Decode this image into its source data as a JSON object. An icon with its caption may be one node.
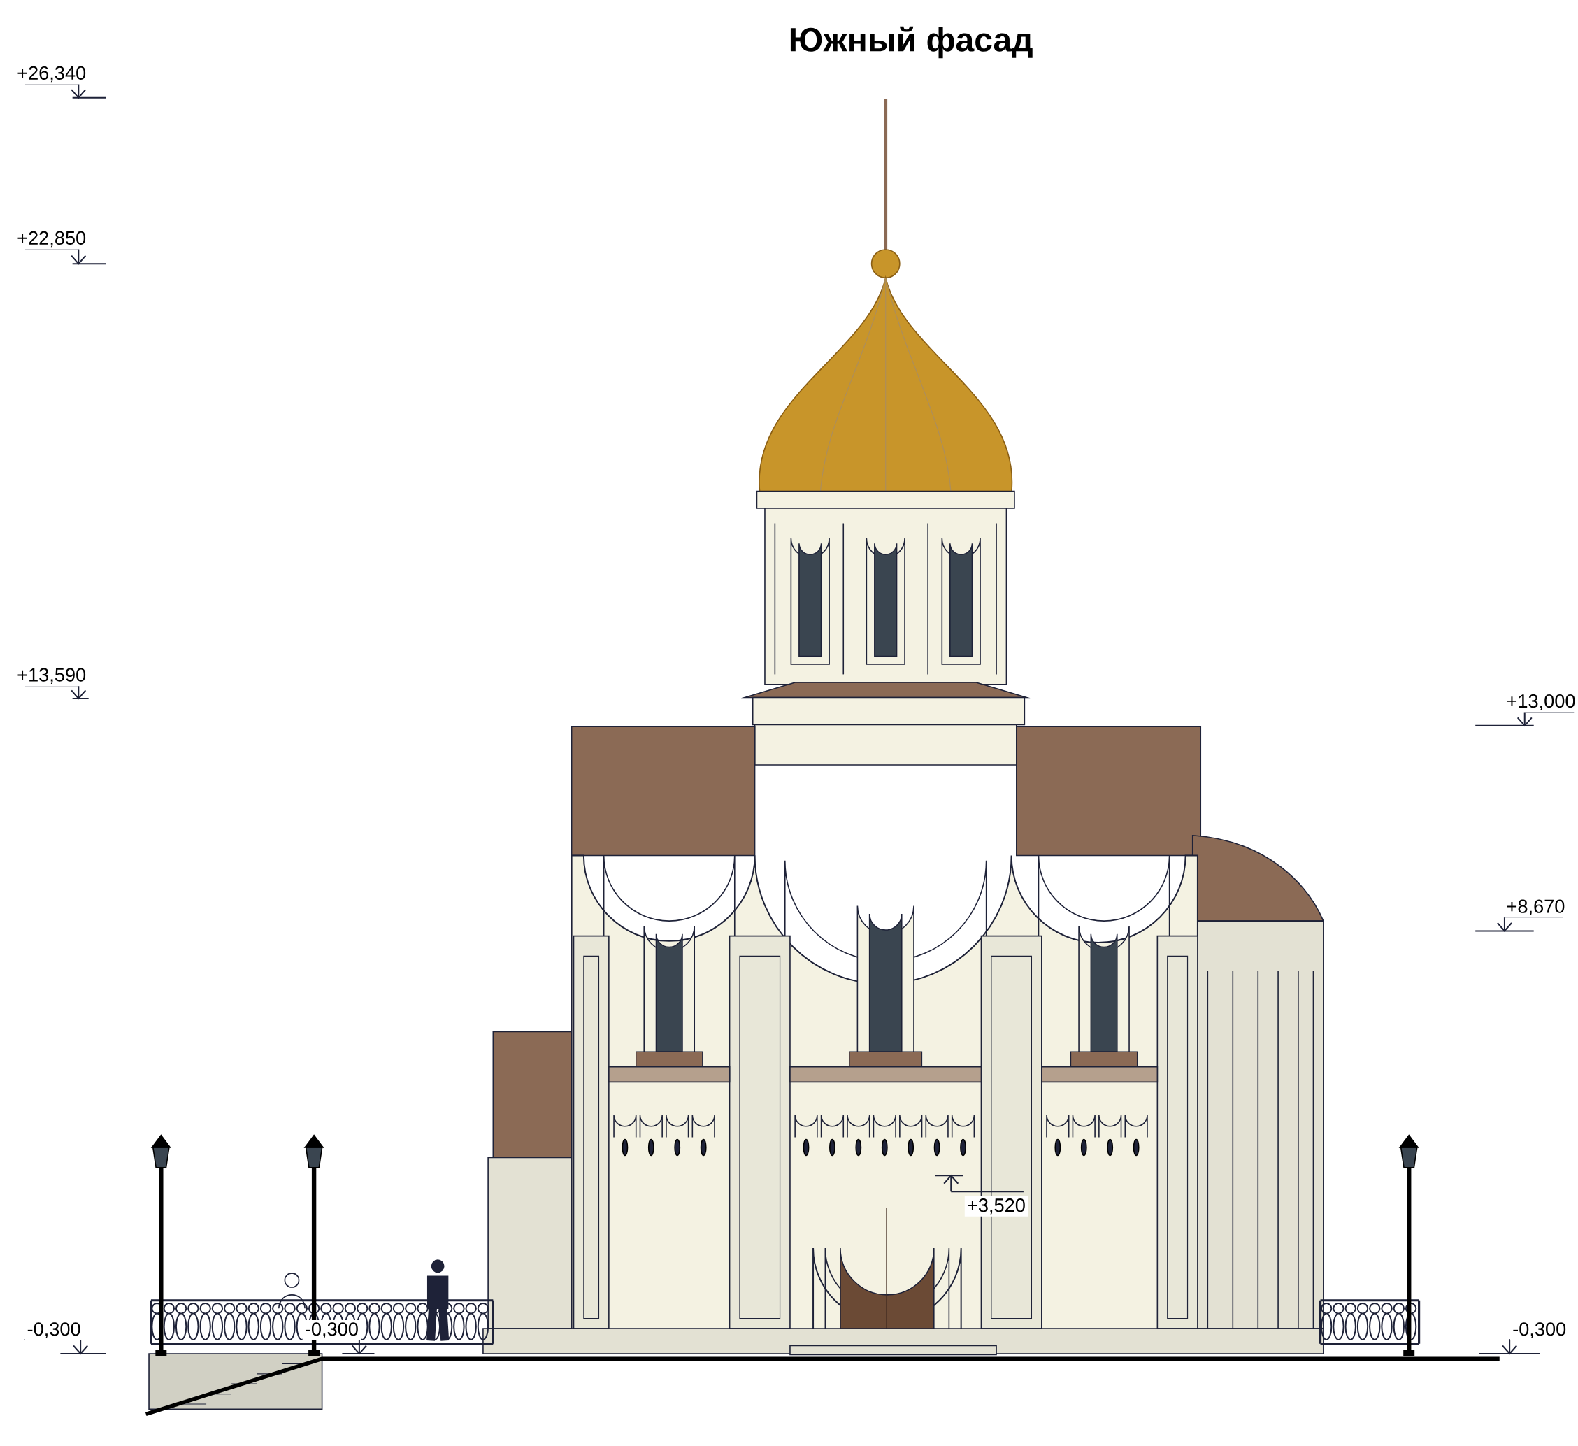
{
  "diagram": {
    "title": "Южный фасад",
    "labels": [
      "+26,340",
      "+22,850",
      "+13,590",
      "+13,000",
      "+8,670",
      "+3,520",
      "-0,300",
      "-0,300",
      "-0,300"
    ]
  }
}
